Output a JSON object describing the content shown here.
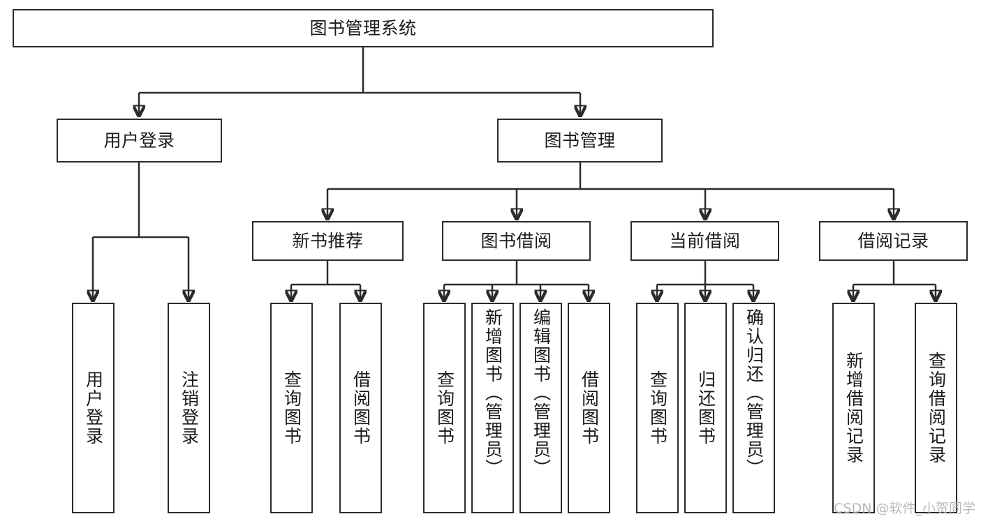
{
  "diagram": {
    "title": "图书管理系统",
    "type": "tree",
    "watermark": "CSDN @软件_小贺同学",
    "colors": {
      "box_border": "#2b2b2b",
      "box_fill": "#ffffff",
      "text": "#1b1b1b",
      "edge": "#2b2b2b",
      "watermark": "#b9b9b9",
      "background": "#ffffff"
    },
    "root": {
      "label": "图书管理系统"
    },
    "level1": [
      {
        "label": "用户登录"
      },
      {
        "label": "图书管理"
      }
    ],
    "level2": [
      {
        "label": "新书推荐"
      },
      {
        "label": "图书借阅"
      },
      {
        "label": "当前借阅"
      },
      {
        "label": "借阅记录"
      }
    ],
    "leaves": {
      "user_login": [
        {
          "label": "用户登录"
        },
        {
          "label": "注销登录"
        }
      ],
      "new_book_recommend": [
        {
          "label": "查询图书"
        },
        {
          "label": "借阅图书"
        }
      ],
      "book_borrow": [
        {
          "label": "查询图书"
        },
        {
          "label": "新增图书（管理员）"
        },
        {
          "label": "编辑图书（管理员）"
        },
        {
          "label": "借阅图书"
        }
      ],
      "current_borrow": [
        {
          "label": "查询图书"
        },
        {
          "label": "归还图书"
        },
        {
          "label": "确认归还（管理员）"
        }
      ],
      "borrow_record": [
        {
          "label": "新增借阅记录"
        },
        {
          "label": "查询借阅记录"
        }
      ]
    }
  }
}
